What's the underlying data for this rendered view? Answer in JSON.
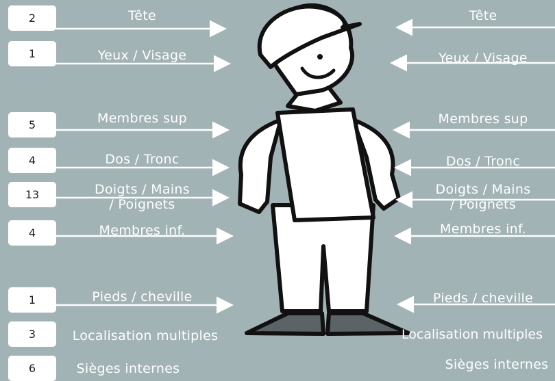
{
  "rows": [
    {
      "count": "2",
      "label": "Tête"
    },
    {
      "count": "1",
      "label": "Yeux / Visage"
    },
    {
      "count": "5",
      "label": "Membres sup"
    },
    {
      "count": "4",
      "label": "Dos / Tronc"
    },
    {
      "count": "13",
      "label": "Doigts / Mains\n/ Poignets"
    },
    {
      "count": "4",
      "label": "Membres inf."
    },
    {
      "count": "1",
      "label": "Pieds / cheville"
    },
    {
      "count": "3",
      "label": "Localisation multiples"
    },
    {
      "count": "6",
      "label": "Sièges internes"
    }
  ],
  "colors": {
    "background": "#a2b3b6",
    "box": "#ffffff",
    "text": "#ffffff",
    "arrow": "#ffffff",
    "figure_outline": "#111111",
    "shoe": "#5b6366"
  }
}
